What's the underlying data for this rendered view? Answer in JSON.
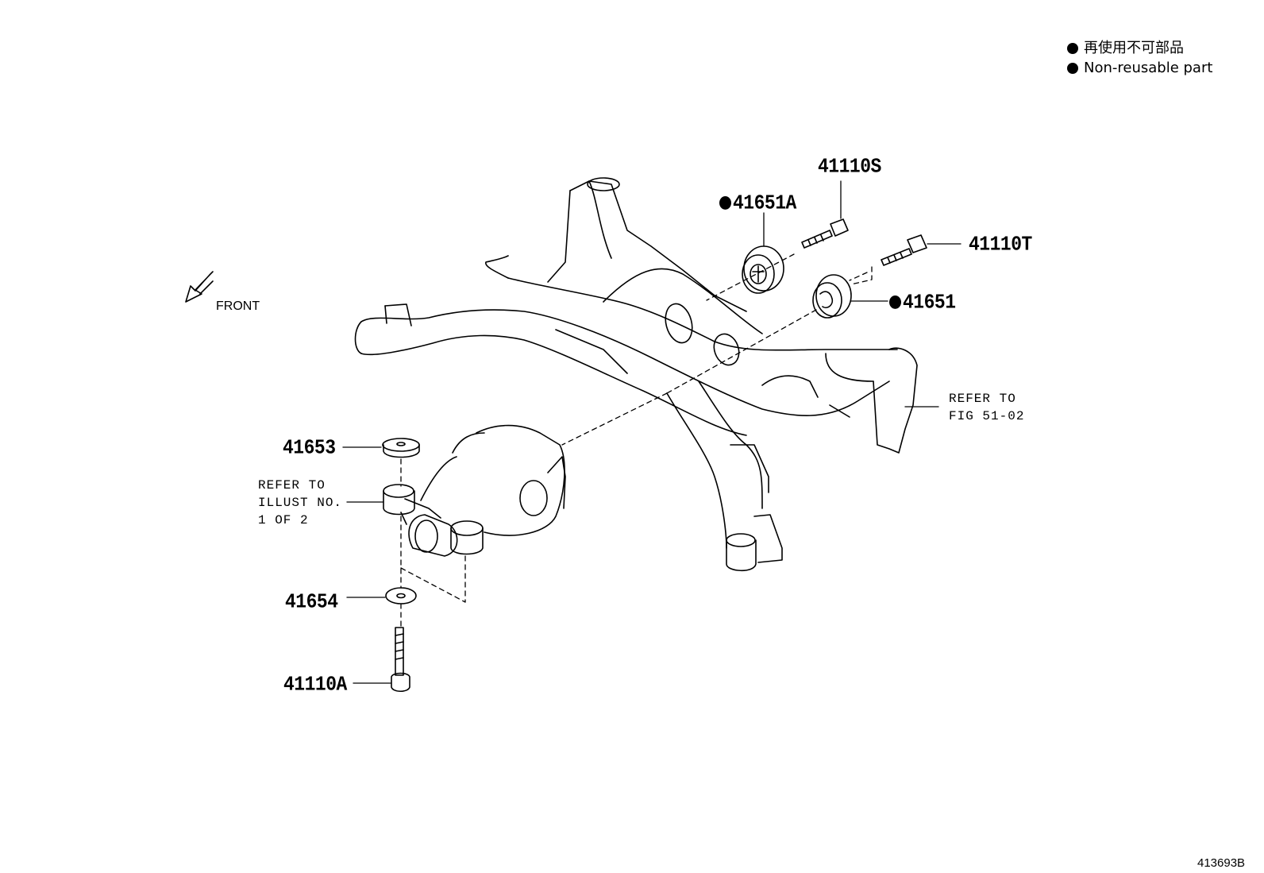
{
  "legend": {
    "items": [
      {
        "text": "再使用不可部品"
      },
      {
        "text": "Non-reusable part"
      }
    ]
  },
  "direction_label": "FRONT",
  "figure_number": "413693B",
  "callouts": {
    "p41110S": "41110S",
    "p41651A": "41651A",
    "p41110T": "41110T",
    "p41651": "41651",
    "p41653": "41653",
    "p41654": "41654",
    "p41110A": "41110A"
  },
  "notes": {
    "refer_fig_line1": "REFER TO",
    "refer_fig_line2": "FIG 51-02",
    "refer_illust_line1": "REFER TO",
    "refer_illust_line2": "ILLUST NO.",
    "refer_illust_line3": "1 OF 2"
  }
}
